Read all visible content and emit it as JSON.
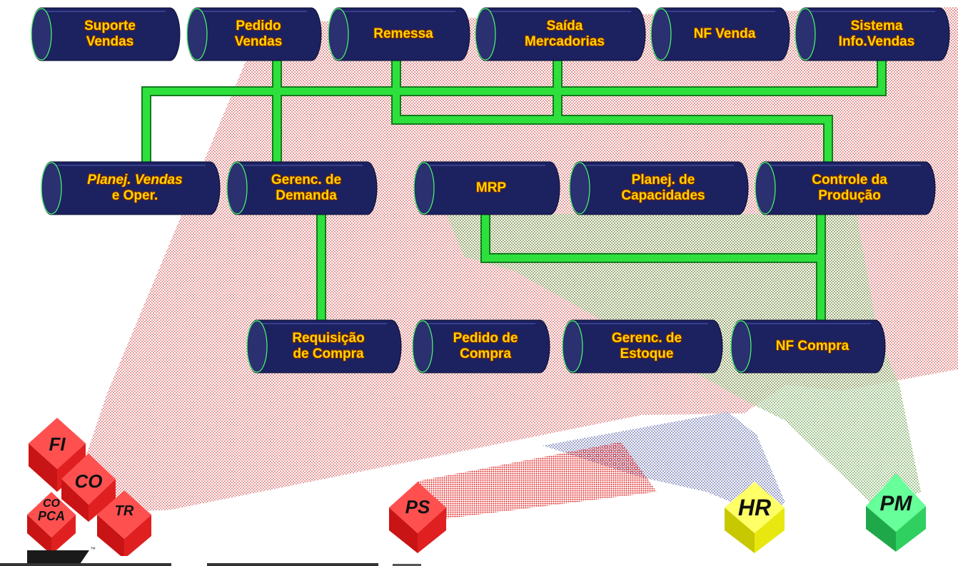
{
  "row1": [
    {
      "line1": "Suporte",
      "line2": "Vendas"
    },
    {
      "line1": "Pedido",
      "line2": "Vendas"
    },
    {
      "line1": "Remessa",
      "line2": ""
    },
    {
      "line1": "Saída",
      "line2": "Mercadorias"
    },
    {
      "line1": "NF Venda",
      "line2": ""
    },
    {
      "line1": "Sistema",
      "line2": "Info.Vendas"
    }
  ],
  "row2": [
    {
      "line1": "Planej. Vendas",
      "line2": "e Oper."
    },
    {
      "line1": "Gerenc. de",
      "line2": "Demanda"
    },
    {
      "line1": "MRP",
      "line2": ""
    },
    {
      "line1": "Planej. de",
      "line2": "Capacidades"
    },
    {
      "line1": "Controle da",
      "line2": "Produção"
    }
  ],
  "row3": [
    {
      "line1": "Requisição",
      "line2": "de Compra"
    },
    {
      "line1": "Pedido de",
      "line2": "Compra"
    },
    {
      "line1": "Gerenc. de",
      "line2": "Estoque"
    },
    {
      "line1": "NF Compra",
      "line2": ""
    }
  ],
  "modules": {
    "fi": "FI",
    "co": "CO",
    "copca_1": "CO",
    "copca_2": "PCA",
    "tr": "TR",
    "ps": "PS",
    "hr": "HR",
    "pm": "PM"
  },
  "colors": {
    "cylinder_body": "#1c2160",
    "connector_green": "#22cc33",
    "label_yellow": "#ffd400",
    "red_region": "#e08080",
    "green_region": "#8fbf6f",
    "blue_region": "#8a90c8",
    "module_red": "#e82020",
    "module_yellow": "#f0f020",
    "module_green": "#30e060"
  },
  "footer": {
    "trademark": "™"
  }
}
